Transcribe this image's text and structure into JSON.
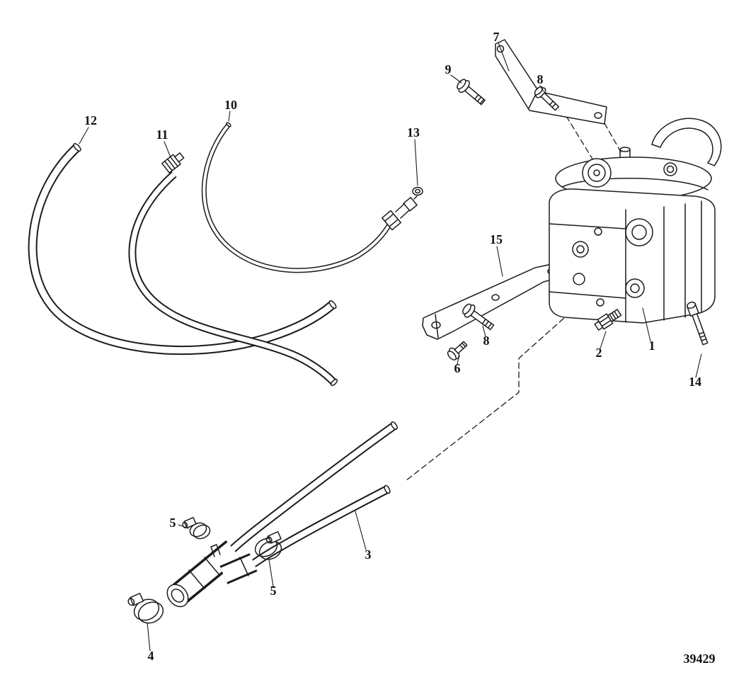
{
  "diagram": {
    "drawing_number": "39429",
    "ink_color": "#1c1c1c",
    "background_color": "#ffffff",
    "callouts": [
      {
        "part": "upper-mounting-bracket",
        "label": "7"
      },
      {
        "part": "flange-bolt",
        "label": "9"
      },
      {
        "part": "hex-bolt-upper",
        "label": "8"
      },
      {
        "part": "large-hose",
        "label": "12"
      },
      {
        "part": "hose-end-fitting",
        "label": "11"
      },
      {
        "part": "small-hose",
        "label": "10"
      },
      {
        "part": "sealing-washer",
        "label": "13"
      },
      {
        "part": "lower-mounting-bracket",
        "label": "15"
      },
      {
        "part": "hex-bolt-lower",
        "label": "8"
      },
      {
        "part": "flange-screw",
        "label": "6"
      },
      {
        "part": "threaded-fitting",
        "label": "2"
      },
      {
        "part": "pump-assembly",
        "label": "1"
      },
      {
        "part": "socket-head-bolt",
        "label": "14"
      },
      {
        "part": "hose-assembly",
        "label": "3"
      },
      {
        "part": "hose-clamp-small",
        "label": "5"
      },
      {
        "part": "hose-clamp-mid",
        "label": "5"
      },
      {
        "part": "hose-clamp-end",
        "label": "4"
      }
    ]
  }
}
